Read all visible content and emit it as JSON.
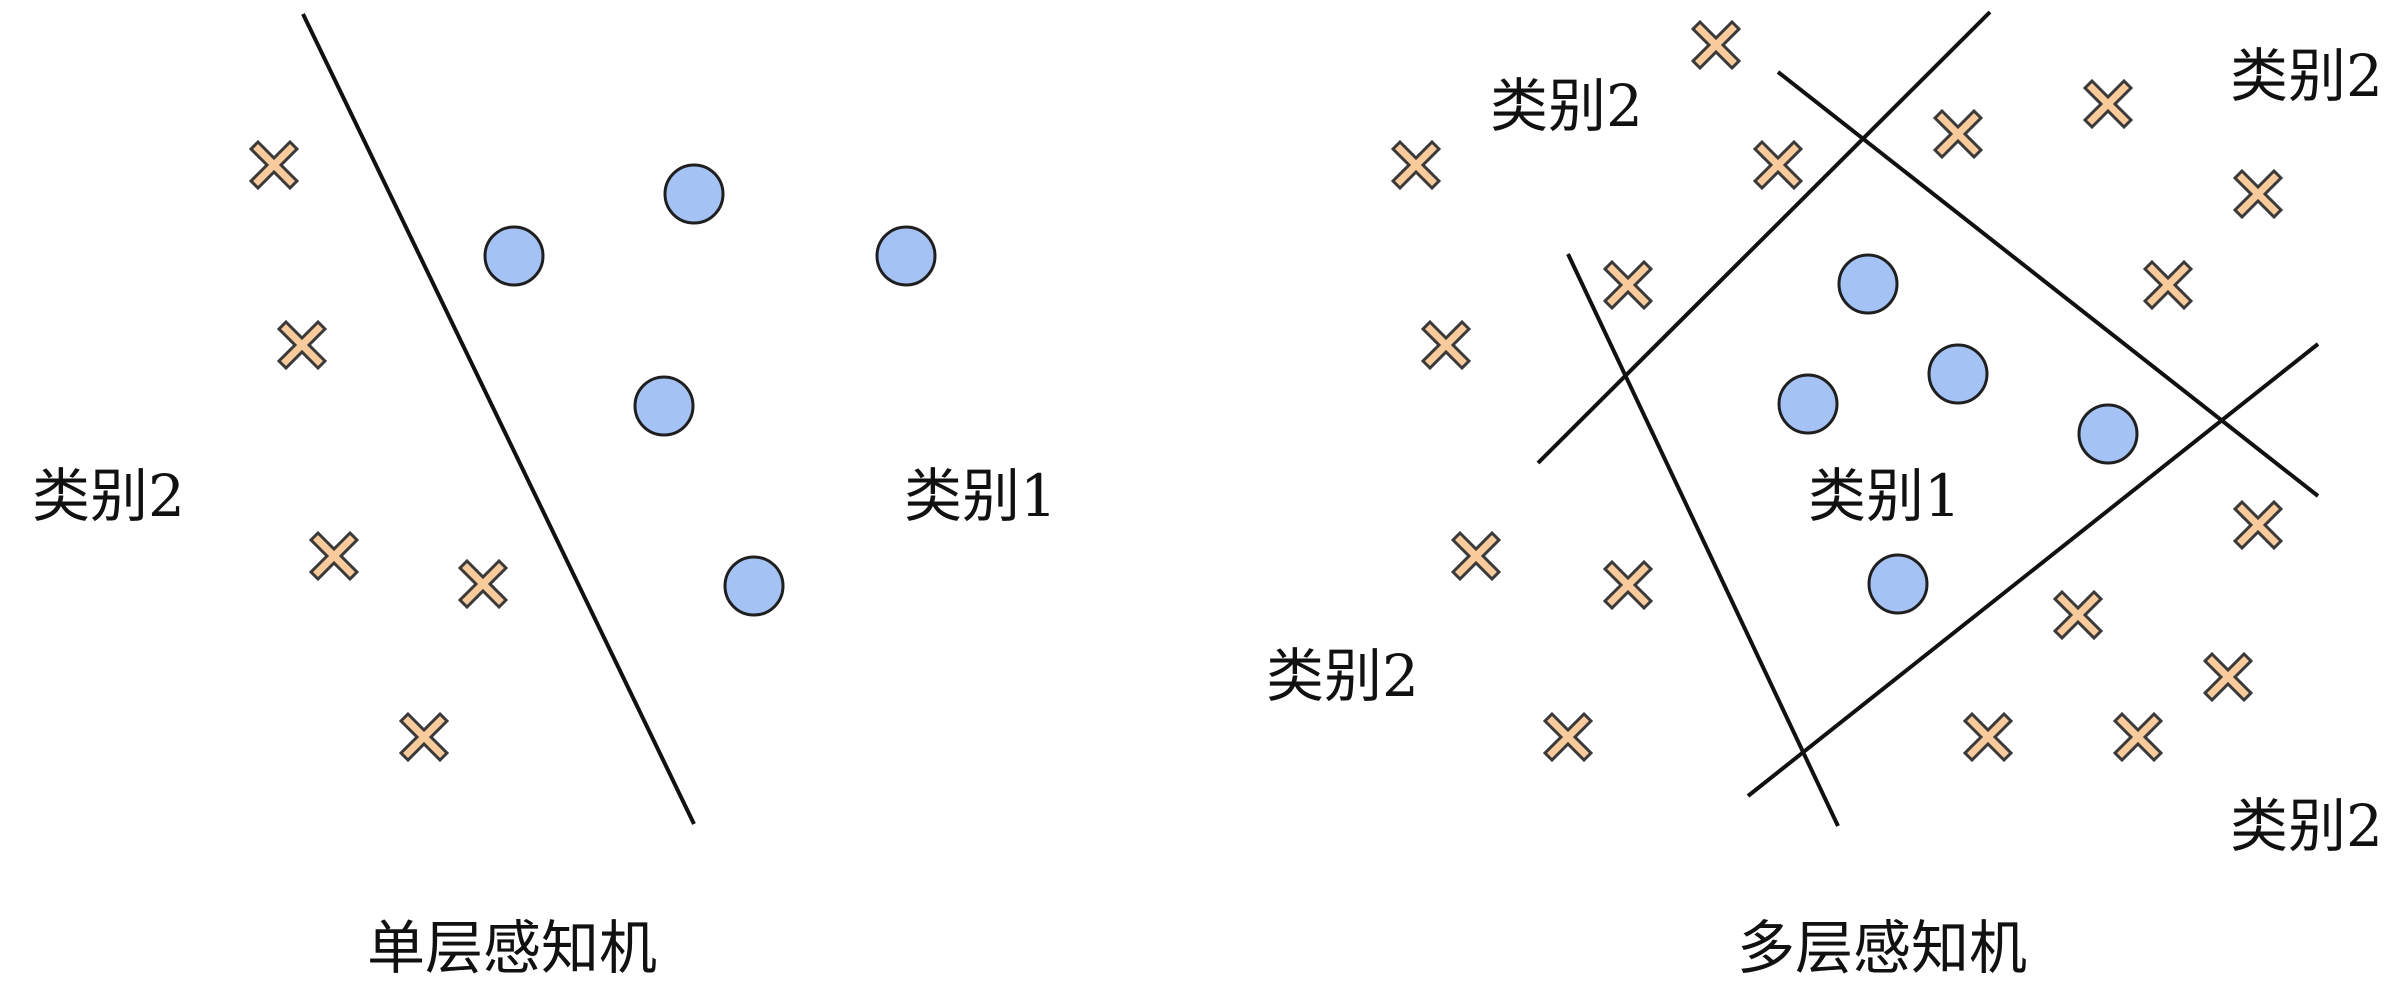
{
  "colors": {
    "circle_fill": "#a4c2f4",
    "circle_stroke": "#1f1f1f",
    "cross_fill": "#f9cb9c",
    "cross_stroke": "#3a3a3a",
    "line": "#111111"
  },
  "icons": {
    "class1_marker": "circle",
    "class2_marker": "cross"
  },
  "left_panel": {
    "title": "单层感知机",
    "labels": {
      "class2": "类别2",
      "class1": "类别1"
    }
  },
  "right_panel": {
    "title": "多层感知机",
    "labels": {
      "class2_top_left": "类别2",
      "class2_top_right": "类别2",
      "class2_bottom_left": "类别2",
      "class2_bottom_right": "类别2",
      "class1_center": "类别1"
    }
  }
}
